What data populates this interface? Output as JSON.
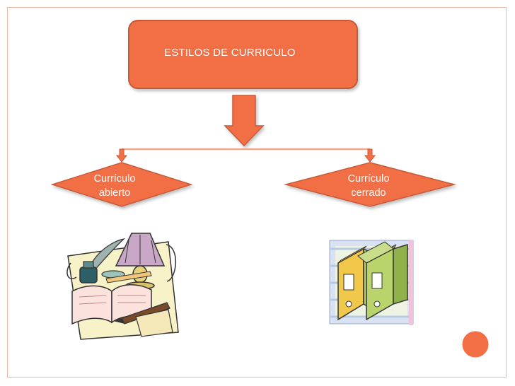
{
  "title": "ESTILOS DE CURRICULO",
  "branches": [
    {
      "label_line1": "Currículo",
      "label_line2": "abierto"
    },
    {
      "label_line1": "Currículo",
      "label_line2": "cerrado"
    }
  ],
  "colors": {
    "accent": "#f26e45",
    "accent_dark": "#c65a38",
    "connector": "#f5a48a"
  },
  "icons": {
    "left_clipart": "writing-desk-clipart",
    "right_clipart": "binders-clipart",
    "corner": "orange-circle-decoration"
  }
}
